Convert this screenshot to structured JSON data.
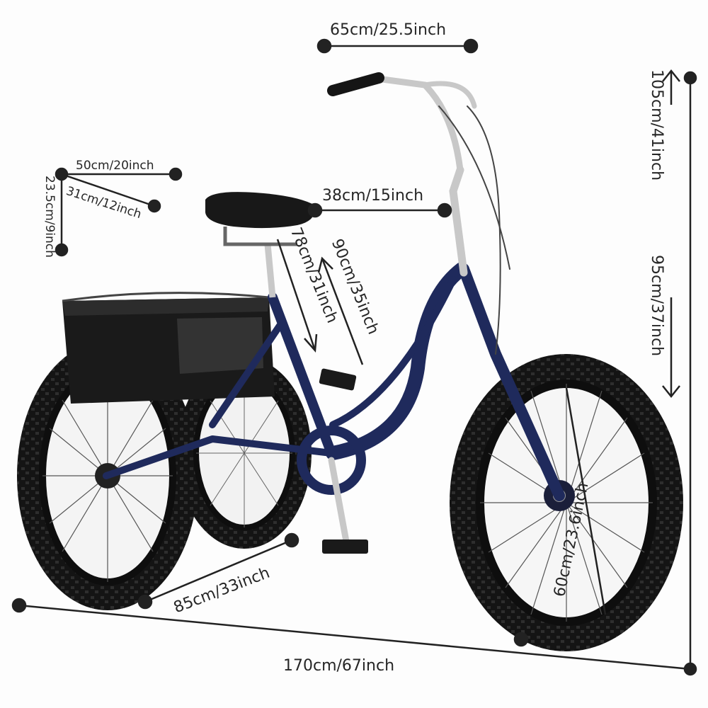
{
  "colors": {
    "frame": "#1f2a5c",
    "tire": "#141414",
    "basket": "#1a1a1a",
    "chrome": "#bdbdbd",
    "dimension": "#222222"
  },
  "dimensions": {
    "handlebar_width": "65cm/25.5inch",
    "total_height": "105cm/41inch",
    "handlebar_height": "95cm/37inch",
    "basket_width": "50cm/20inch",
    "basket_depth": "31cm/12inch",
    "basket_height": "23.5cm/9inch",
    "seat_to_bar": "38cm/15inch",
    "seat_height_max": "90cm/35inch",
    "seat_height_min": "78cm/31inch",
    "wheel_size": "60cm/23.6inch",
    "rear_width": "85cm/33inch",
    "total_length": "170cm/67inch"
  }
}
